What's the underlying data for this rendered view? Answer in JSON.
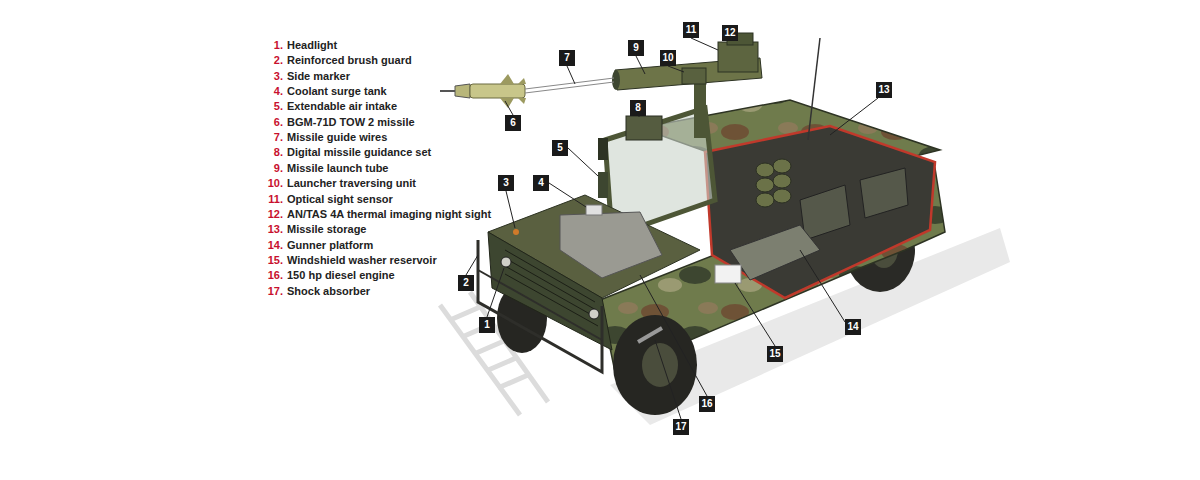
{
  "diagram": {
    "labels": [
      "1.",
      "Headlight",
      "2.",
      "Reinforced brush guard",
      "3.",
      "Side marker",
      "4.",
      "Coolant surge tank",
      "5.",
      "Extendable air intake",
      "6.",
      "BGM-71D TOW 2 missile",
      "7.",
      "Missile guide wires",
      "8.",
      "Digital missile guidance set",
      "9.",
      "Missile launch tube",
      "10.",
      "Launcher traversing unit",
      "11.",
      "Optical sight sensor",
      "12.",
      "AN/TAS 4A thermal imaging night sight",
      "13.",
      "Missile storage",
      "14.",
      "Gunner platform",
      "15.",
      "Windshield washer reservoir",
      "16.",
      "150 hp diesel engine",
      "17.",
      "Shock absorber",
      "1",
      "2",
      "3",
      "4",
      "5",
      "6",
      "7",
      "8",
      "9",
      "10",
      "11",
      "12",
      "13",
      "14",
      "15",
      "16",
      "17"
    ]
  }
}
